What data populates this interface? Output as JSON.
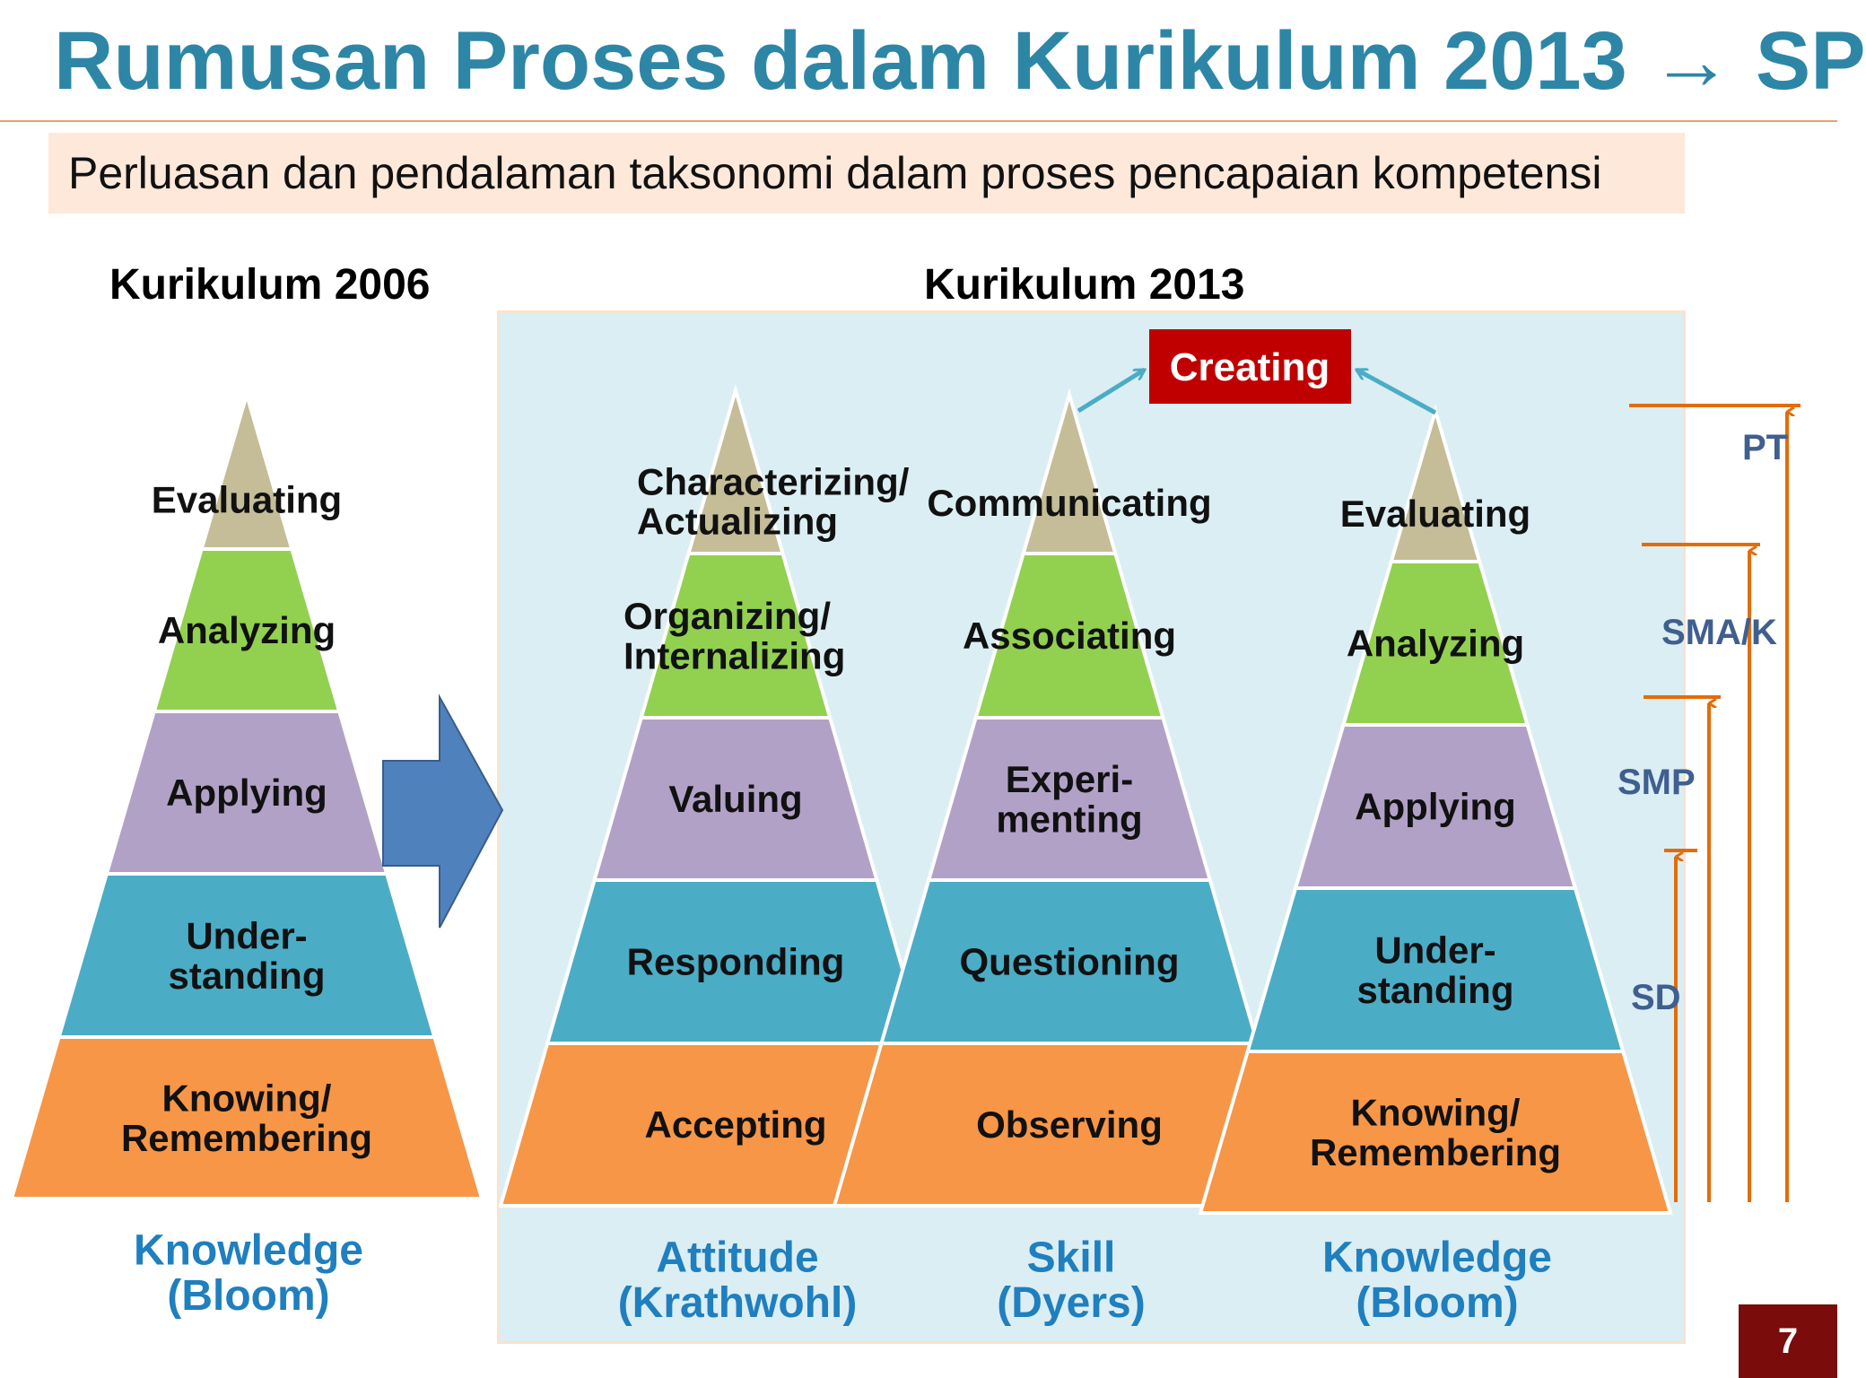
{
  "title": "Rumusan Proses dalam Kurikulum 2013 → SP",
  "subtitle": "Perluasan dan pendalaman taksonomi dalam proses pencapaian kompetensi",
  "headings": {
    "k2006": "Kurikulum 2006",
    "k2013": "Kurikulum 2013"
  },
  "creating_label": "Creating",
  "pyramids": {
    "k2006_knowledge": {
      "levels": [
        "Knowing/\nRemembering",
        "Under-\nstanding",
        "Applying",
        "Analyzing",
        "Evaluating"
      ],
      "caption": [
        "Knowledge",
        "(Bloom)"
      ]
    },
    "attitude": {
      "levels": [
        "Accepting",
        "Responding",
        "Valuing",
        "Organizing/\nInternalizing",
        "Characterizing/\nActualizing"
      ],
      "caption": [
        "Attitude",
        "(Krathwohl)"
      ]
    },
    "skill": {
      "levels": [
        "Observing",
        "Questioning",
        "Experi-\nmenting",
        "Associating",
        "Communicating"
      ],
      "caption": [
        "Skill",
        "(Dyers)"
      ]
    },
    "knowledge": {
      "levels": [
        "Knowing/\nRemembering",
        "Under-\nstanding",
        "Applying",
        "Analyzing",
        "Evaluating"
      ],
      "caption": [
        "Knowledge",
        "(Bloom)"
      ]
    }
  },
  "school_levels": [
    "SD",
    "SMP",
    "SMA/K",
    "PT"
  ],
  "page_number": "7",
  "colors": {
    "title": "#2e86a6",
    "level_fills": [
      "#f79646",
      "#4bacc6",
      "#b2a1c7",
      "#92d050",
      "#c4bd97"
    ],
    "creating_box": "#c00000",
    "big_arrow": "#4f81bd",
    "school_arrows": "#e36c09",
    "captions": "#1f7fbf",
    "panel": "#dbeef4"
  }
}
